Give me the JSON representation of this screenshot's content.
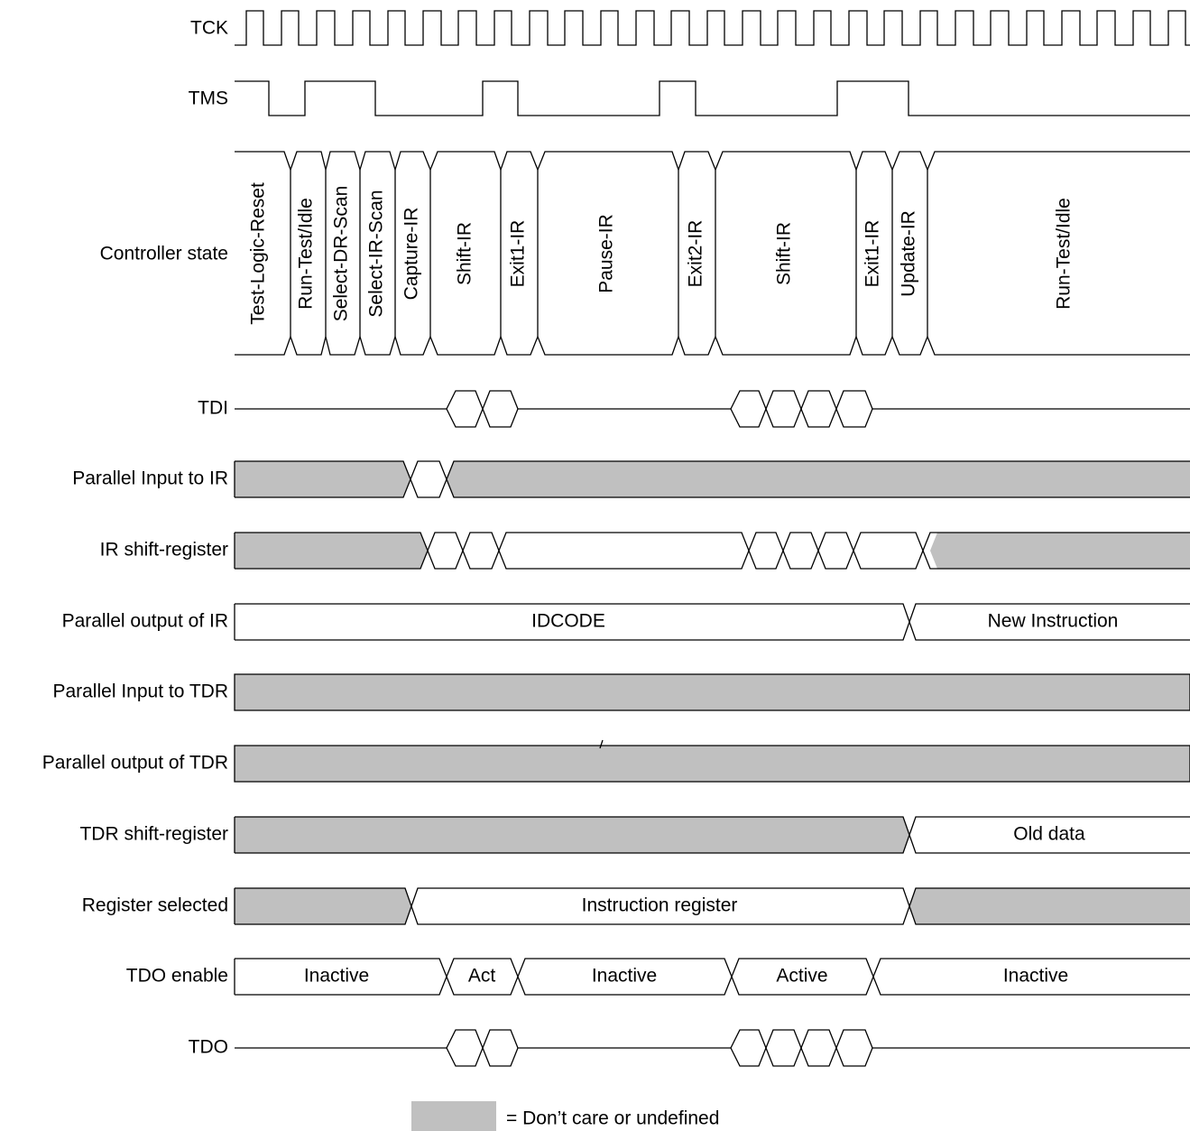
{
  "colors": {
    "dont_care": "#c0c0c0",
    "line": "#000000",
    "background": "#ffffff"
  },
  "signals": {
    "tck": "TCK",
    "tms": "TMS",
    "state": "Controller state",
    "tdi": "TDI",
    "pin_ir": "Parallel Input to IR",
    "ir_sr": "IR shift-register",
    "pout_ir": "Parallel output of IR",
    "pin_tdr": "Parallel Input to TDR",
    "pout_tdr": "Parallel output of TDR",
    "tdr_sr": "TDR shift-register",
    "reg_sel": "Register selected",
    "tdo_en": "TDO enable",
    "tdo": "TDO"
  },
  "states": [
    "Test-Logic-Reset",
    "Run-Test/Idle",
    "Select-DR-Scan",
    "Select-IR-Scan",
    "Capture-IR",
    "Shift-IR",
    "Exit1-IR",
    "Pause-IR",
    "Exit2-IR",
    "Shift-IR",
    "Exit1-IR",
    "Update-IR",
    "Run-Test/Idle"
  ],
  "values": {
    "idcode": "IDCODE",
    "new_instruction": "New Instruction",
    "old_data": "Old data",
    "instruction_register": "Instruction register",
    "inactive_1": "Inactive",
    "act": "Act",
    "inactive_2": "Inactive",
    "active": "Active",
    "inactive_3": "Inactive"
  },
  "legend": {
    "label": "= Don’t care or undefined"
  }
}
